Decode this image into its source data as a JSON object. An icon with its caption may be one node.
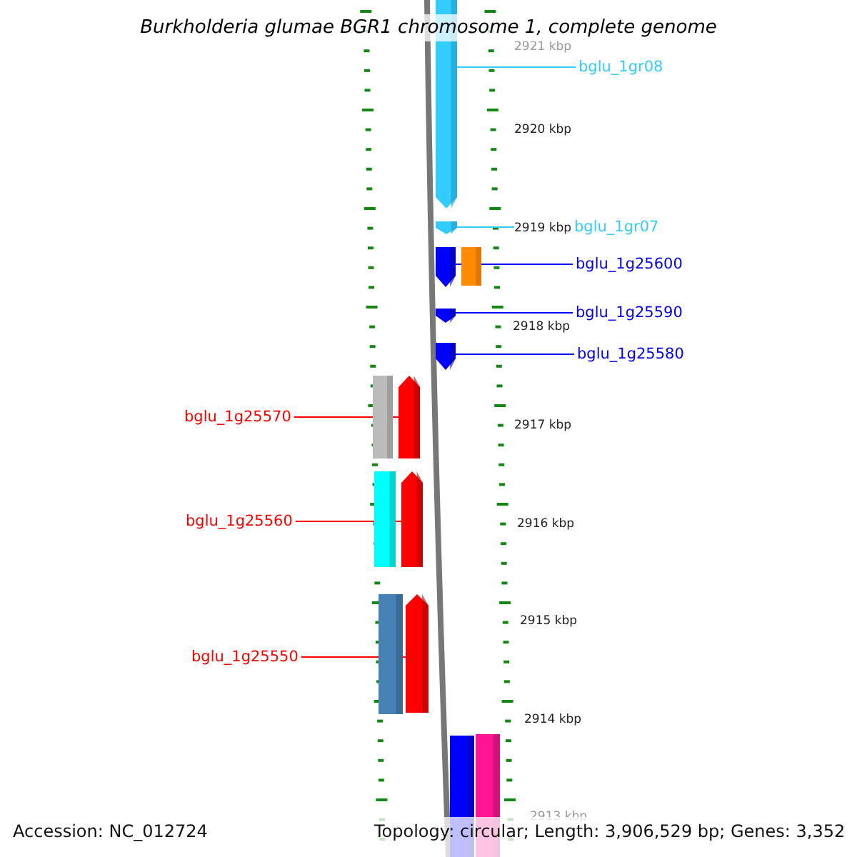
{
  "diagram": {
    "title": "Burkholderia glumae BGR1 chromosome 1, complete genome",
    "nodes": [
      {
        "text": [
          "bglu_1gr08"
        ]
      },
      {
        "text": [],
        "shape": "bar"
      },
      {
        "text": [
          "bglu_1gr07"
        ]
      },
      {
        "text": [],
        "shape": "bar"
      },
      {
        "text": [
          "bglu_1g25600"
        ]
      },
      {
        "text": [],
        "shape": "bar"
      },
      {
        "text": [],
        "shape": "bar"
      },
      {
        "text": [
          "bglu_1g25590"
        ]
      },
      {
        "text": [],
        "shape": "bar"
      },
      {
        "text": [
          "bglu_1g25580"
        ]
      },
      {
        "text": [],
        "shape": "bar"
      },
      {
        "text": [
          "bglu_1g25570"
        ]
      },
      {
        "text": [],
        "shape": "bar"
      },
      {
        "text": [],
        "shape": "bar"
      },
      {
        "text": [
          "bglu_1g25560"
        ]
      },
      {
        "text": [],
        "shape": "bar"
      },
      {
        "text": [],
        "shape": "bar"
      },
      {
        "text": [
          "bglu_1g25550"
        ]
      },
      {
        "text": [],
        "shape": "bar"
      },
      {
        "text": [],
        "shape": "bar"
      },
      {
        "text": [],
        "shape": "bar"
      },
      {
        "text": [],
        "shape": "bar"
      }
    ],
    "edges": [
      {
        "from": 0,
        "to": 1,
        "arrow": "none",
        "color": "#33ccff"
      },
      {
        "from": 2,
        "to": 3,
        "arrow": "none",
        "color": "#33ccff"
      },
      {
        "from": 4,
        "to": 5,
        "arrow": "none",
        "color": "#0000ff"
      },
      {
        "from": 7,
        "to": 8,
        "arrow": "none",
        "color": "#0000ff"
      },
      {
        "from": 9,
        "to": 10,
        "arrow": "none",
        "color": "#0000ff"
      },
      {
        "from": 11,
        "to": 13,
        "arrow": "none",
        "color": "#ff0000"
      },
      {
        "from": 14,
        "to": 16,
        "arrow": "none",
        "color": "#ff0000"
      },
      {
        "from": 17,
        "to": 19,
        "arrow": "none",
        "color": "#ff0000"
      }
    ],
    "labels": [
      "2921 kbp",
      "2920 kbp",
      "2919 kbp",
      "2918 kbp",
      "2917 kbp",
      "2916 kbp",
      "2915 kbp",
      "2914 kbp",
      "2913 kbp",
      "Accession: NC_012724",
      "Topology: circular; Length: 3,906,529 bp; Genes: 3,352"
    ]
  }
}
